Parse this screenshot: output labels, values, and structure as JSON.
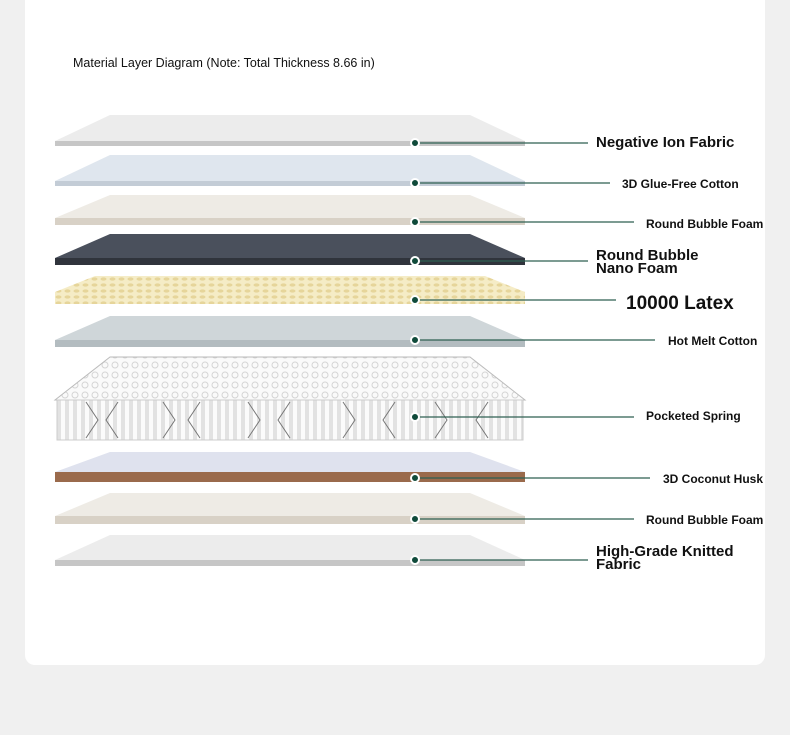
{
  "title": "Material Layer Diagram (Note: Total Thickness 8.66 in)",
  "layers": [
    {
      "label": "Negative Ion Fabric"
    },
    {
      "label": "3D Glue-Free Cotton"
    },
    {
      "label": "Round Bubble Foam"
    },
    {
      "label_line1": "Round Bubble",
      "label_line2": "Nano Foam"
    },
    {
      "label": "10000 Latex"
    },
    {
      "label": "Hot Melt Cotton"
    },
    {
      "label": "Pocketed Spring"
    },
    {
      "label": "3D Coconut Husk"
    },
    {
      "label": "Round Bubble Foam"
    },
    {
      "label_line1": "High-Grade Knitted",
      "label_line2": "Fabric"
    }
  ],
  "colors": {
    "dot": "#0f4a3a",
    "leader": "#2f5f52"
  }
}
